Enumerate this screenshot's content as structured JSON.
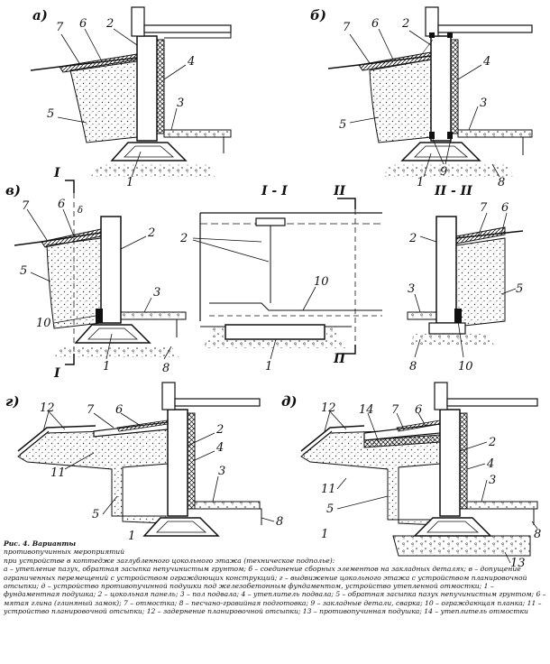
{
  "panels": {
    "a": "а)",
    "b": "б)",
    "v": "в)",
    "g": "г)",
    "d": "д)"
  },
  "labels": {
    "n1": "1",
    "n2": "2",
    "n3": "3",
    "n4": "4",
    "n5": "5",
    "n6": "6",
    "n7": "7",
    "n8": "8",
    "n9": "9",
    "n10": "10",
    "n11": "11",
    "n12": "12",
    "n13": "13",
    "n14": "14"
  },
  "sections": {
    "ii_title": "I - I",
    "iiii_title": "II - II",
    "cut_i": "I",
    "cut_ii": "II",
    "gap_mark": "δ"
  },
  "caption": {
    "title": "Рис. 4. Варианты",
    "line1": "противопучинных мероприятий",
    "line2": "при устройстве в коттедже заглубленного цокольного этажа (техническое подполье):",
    "body": "а – утепление пазух, обратная засыпка непучинистым грунтом; б – соединение сборных элементов на закладных деталях; в – допущение ограниченных перемещений с устройством ограждающих конструкций; г – выдвижение цокольного этажа с устройством планировочной отсыпки; д – устройство противопучинной подушки под железобетонным фундаментом, устройство утепленной отмостки; 1 – фундаментная подушка; 2 – цокольная панель; 3 – пол подвала; 4 – утеплитель подвала; 5 – обратная засыпка пазух непучинистым грунтом; 6 – мятая глина (глиняный замок); 7 – отмостка; 8 – песчано-гравийная подготовка; 9 – закладные детали, сварка; 10 – ограждающая планка; 11 – устройство планировочной отсыпки; 12 – задернение планировочной отсыпки; 13 – противопучинная подушка; 14 – утеплитель отмостки"
  }
}
